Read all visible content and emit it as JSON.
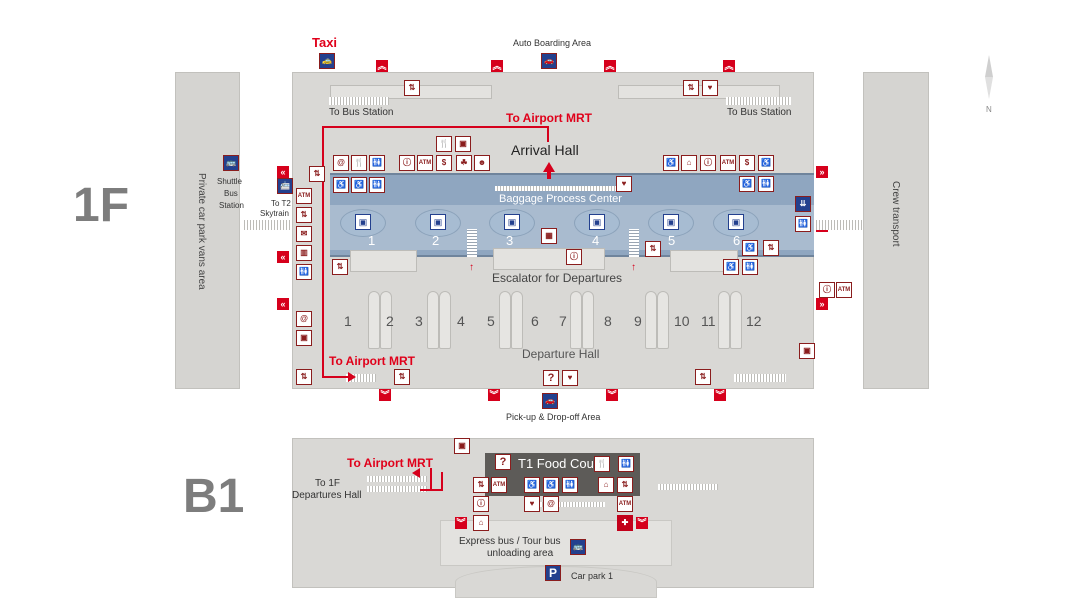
{
  "floors": {
    "first": "1F",
    "basement": "B1"
  },
  "labels": {
    "taxi": "Taxi",
    "auto_boarding": "Auto Boarding Area",
    "to_bus_station_left": "To Bus Station",
    "to_bus_station_right": "To Bus Station",
    "to_airport_mrt_top": "To Airport MRT",
    "arrival_hall": "Arrival Hall",
    "baggage_center": "Baggage Process Center",
    "escalator": "Escalator for Departures",
    "departure_hall": "Departure Hall",
    "to_airport_mrt_bottom": "To Airport MRT",
    "pickup_dropoff": "Pick-up & Drop-off Area",
    "shuttle": [
      "Shuttle",
      "Bus",
      "Station"
    ],
    "to_t2_skytrain": [
      "To T2",
      "Skytrain"
    ],
    "private_car_park": "Private car park vans area",
    "crew_transport": "Crew transport",
    "compass_n": "N",
    "b1_to_airport_mrt": "To Airport MRT",
    "b1_to_1f": [
      "To 1F",
      "Departures Hall"
    ],
    "food_court": "T1 Food Court",
    "express_bus": [
      "Express bus / Tour bus",
      "unloading area"
    ],
    "car_park": "Car park 1",
    "parking_p": "P"
  },
  "carousels": [
    "1",
    "2",
    "3",
    "4",
    "5",
    "6"
  ],
  "gates": [
    "1",
    "2",
    "3",
    "4",
    "5",
    "6",
    "7",
    "8",
    "9",
    "10",
    "11",
    "12"
  ],
  "icons": {
    "atm": "ATM",
    "question": "?",
    "at": "@"
  },
  "colors": {
    "building": "#d9d8d5",
    "baggage_band": "#8fa6c0",
    "accent_red": "#d6001c",
    "icon_maroon": "#8a1d1d",
    "icon_blue": "#23408e",
    "floor_label": "#7d7d7d"
  }
}
